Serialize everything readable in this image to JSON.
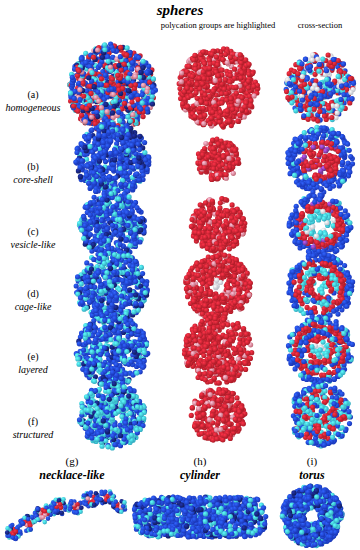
{
  "diagram": {
    "title": "spheres",
    "labels": [
      "polycation groups are highlighted",
      "cross-section",
      "(a)",
      "homogeneous",
      "(b)",
      "core-shell",
      "(c)",
      "vesicle-like",
      "(d)",
      "cage-like",
      "(e)",
      "layered",
      "(f)",
      "structured",
      "(g)",
      "necklace-like",
      "(h)",
      "cylinder",
      "(i)",
      "torus"
    ]
  }
}
